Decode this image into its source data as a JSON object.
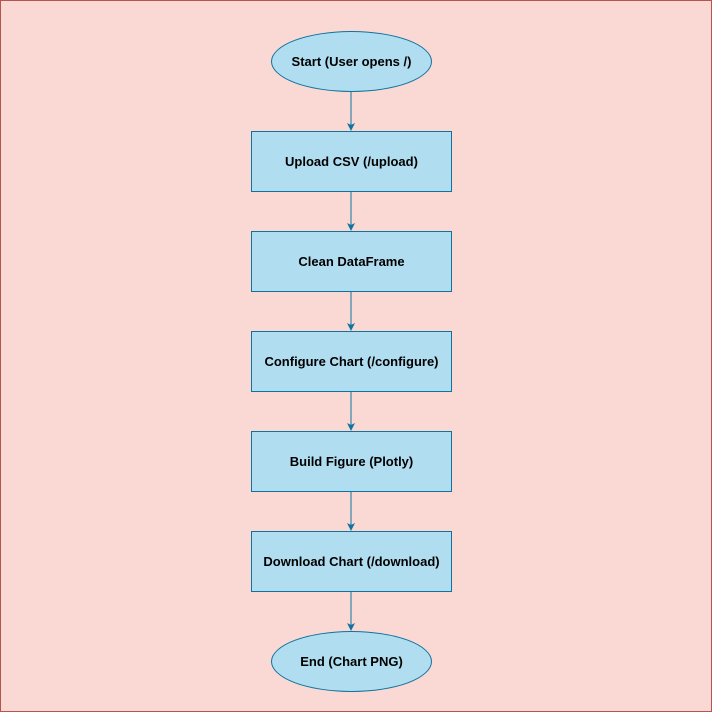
{
  "diagram": {
    "type": "flowchart",
    "colors": {
      "background": "#fad9d5",
      "background_border": "#b85450",
      "node_fill": "#b1ddf0",
      "node_stroke": "#10739e",
      "edge": "#10739e"
    },
    "nodes": [
      {
        "id": "start",
        "shape": "ellipse",
        "label": "Start (User opens /)"
      },
      {
        "id": "upload",
        "shape": "rect",
        "label": "Upload CSV (/upload)"
      },
      {
        "id": "clean",
        "shape": "rect",
        "label": "Clean DataFrame"
      },
      {
        "id": "configure",
        "shape": "rect",
        "label": "Configure Chart (/configure)"
      },
      {
        "id": "build",
        "shape": "rect",
        "label": "Build Figure (Plotly)"
      },
      {
        "id": "download",
        "shape": "rect",
        "label": "Download Chart (/download)"
      },
      {
        "id": "end",
        "shape": "ellipse",
        "label": "End (Chart PNG)"
      }
    ],
    "edges": [
      {
        "from": "start",
        "to": "upload"
      },
      {
        "from": "upload",
        "to": "clean"
      },
      {
        "from": "clean",
        "to": "configure"
      },
      {
        "from": "configure",
        "to": "build"
      },
      {
        "from": "build",
        "to": "download"
      },
      {
        "from": "download",
        "to": "end"
      }
    ]
  }
}
